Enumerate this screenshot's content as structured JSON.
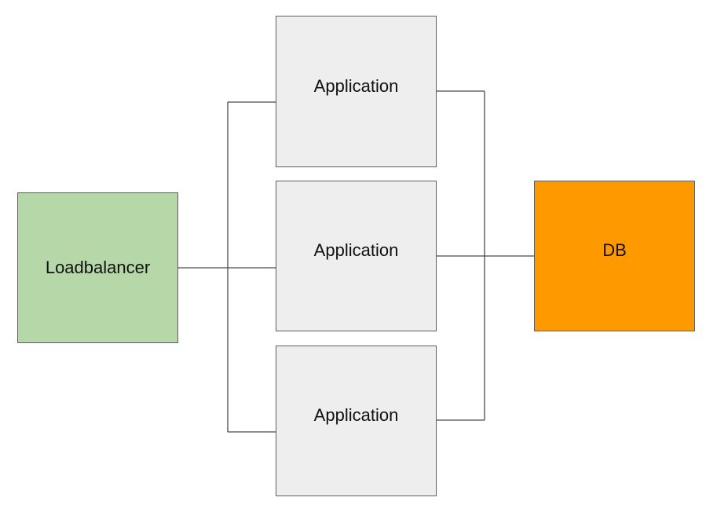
{
  "nodes": {
    "loadbalancer": {
      "label": "Loadbalancer"
    },
    "app1": {
      "label": "Application"
    },
    "app2": {
      "label": "Application"
    },
    "app3": {
      "label": "Application"
    },
    "db": {
      "label": "DB"
    }
  },
  "colors": {
    "loadbalancer_fill": "#b6d7a8",
    "application_fill": "#eeeeee",
    "db_fill": "#ff9900",
    "border": "#5f5f5f",
    "connector": "#4a4a4a"
  }
}
